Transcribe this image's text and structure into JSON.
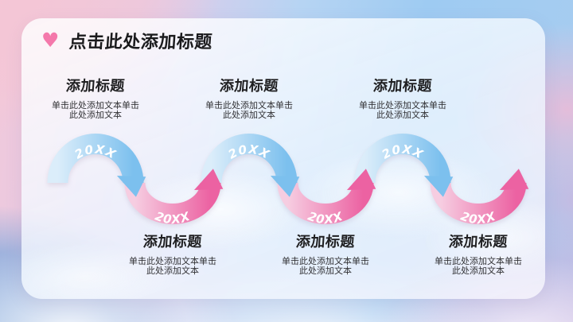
{
  "slide": {
    "header": {
      "icon": "heart-icon",
      "title": "点击此处添加标题"
    },
    "items_top": [
      {
        "year": "20XX",
        "heading": "添加标题",
        "body": "单击此处添加文本单击此处添加文本"
      },
      {
        "year": "20XX",
        "heading": "添加标题",
        "body": "单击此处添加文本单击此处添加文本"
      },
      {
        "year": "20XX",
        "heading": "添加标题",
        "body": "单击此处添加文本单击此处添加文本"
      }
    ],
    "items_bottom": [
      {
        "year": "20XX",
        "heading": "添加标题",
        "body": "单击此处添加文本单击此处添加文本"
      },
      {
        "year": "20XX",
        "heading": "添加标题",
        "body": "单击此处添加文本单击此处添加文本"
      },
      {
        "year": "20XX",
        "heading": "添加标题",
        "body": "单击此处添加文本单击此处添加文本"
      }
    ],
    "colors": {
      "accent_pink": "#f478ab",
      "arc_blue_light": "#d9ecfa",
      "arc_blue": "#7cc0ee",
      "arc_pink_light": "#f6cde1",
      "arc_pink": "#ec62a2",
      "year_text": "#ffffff",
      "title_text": "#1b1b1d",
      "body_text": "#313134",
      "sky_blue": "#9ecbf2",
      "sky_pink": "#f2c8da"
    }
  }
}
